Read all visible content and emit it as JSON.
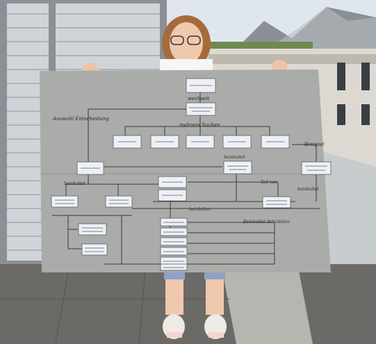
{
  "photo": {
    "subject": "person holding a large flow-diagram poster on a balcony",
    "colors": {
      "sky": "#dfe6ee",
      "poster": "#a9aca8",
      "card": "#eef0f6",
      "building": "#ddd9d2",
      "balcony_floor": "#6b6a66",
      "gravel": "#b7b5af",
      "shirt": "#f6f6f4",
      "jeans": "#8da2c4",
      "hair": "#a66b3d",
      "shutters": "#cfd4d8"
    }
  },
  "poster": {
    "handwritten": {
      "wechselt": "wechselt",
      "auswahl": "Auswahl Entscheidung",
      "mehrere": "mehrere Sachen",
      "beispiel": "Beispiel",
      "beinhaltet1": "beinhaltet",
      "teil": "Teil von",
      "beinhaltet2": "beinhaltet",
      "beinhaltet3": "beinhaltet",
      "beinhaltet4": "beinhaltet",
      "beinhaltet5": "Beinhaltet Aktivitäten"
    }
  }
}
